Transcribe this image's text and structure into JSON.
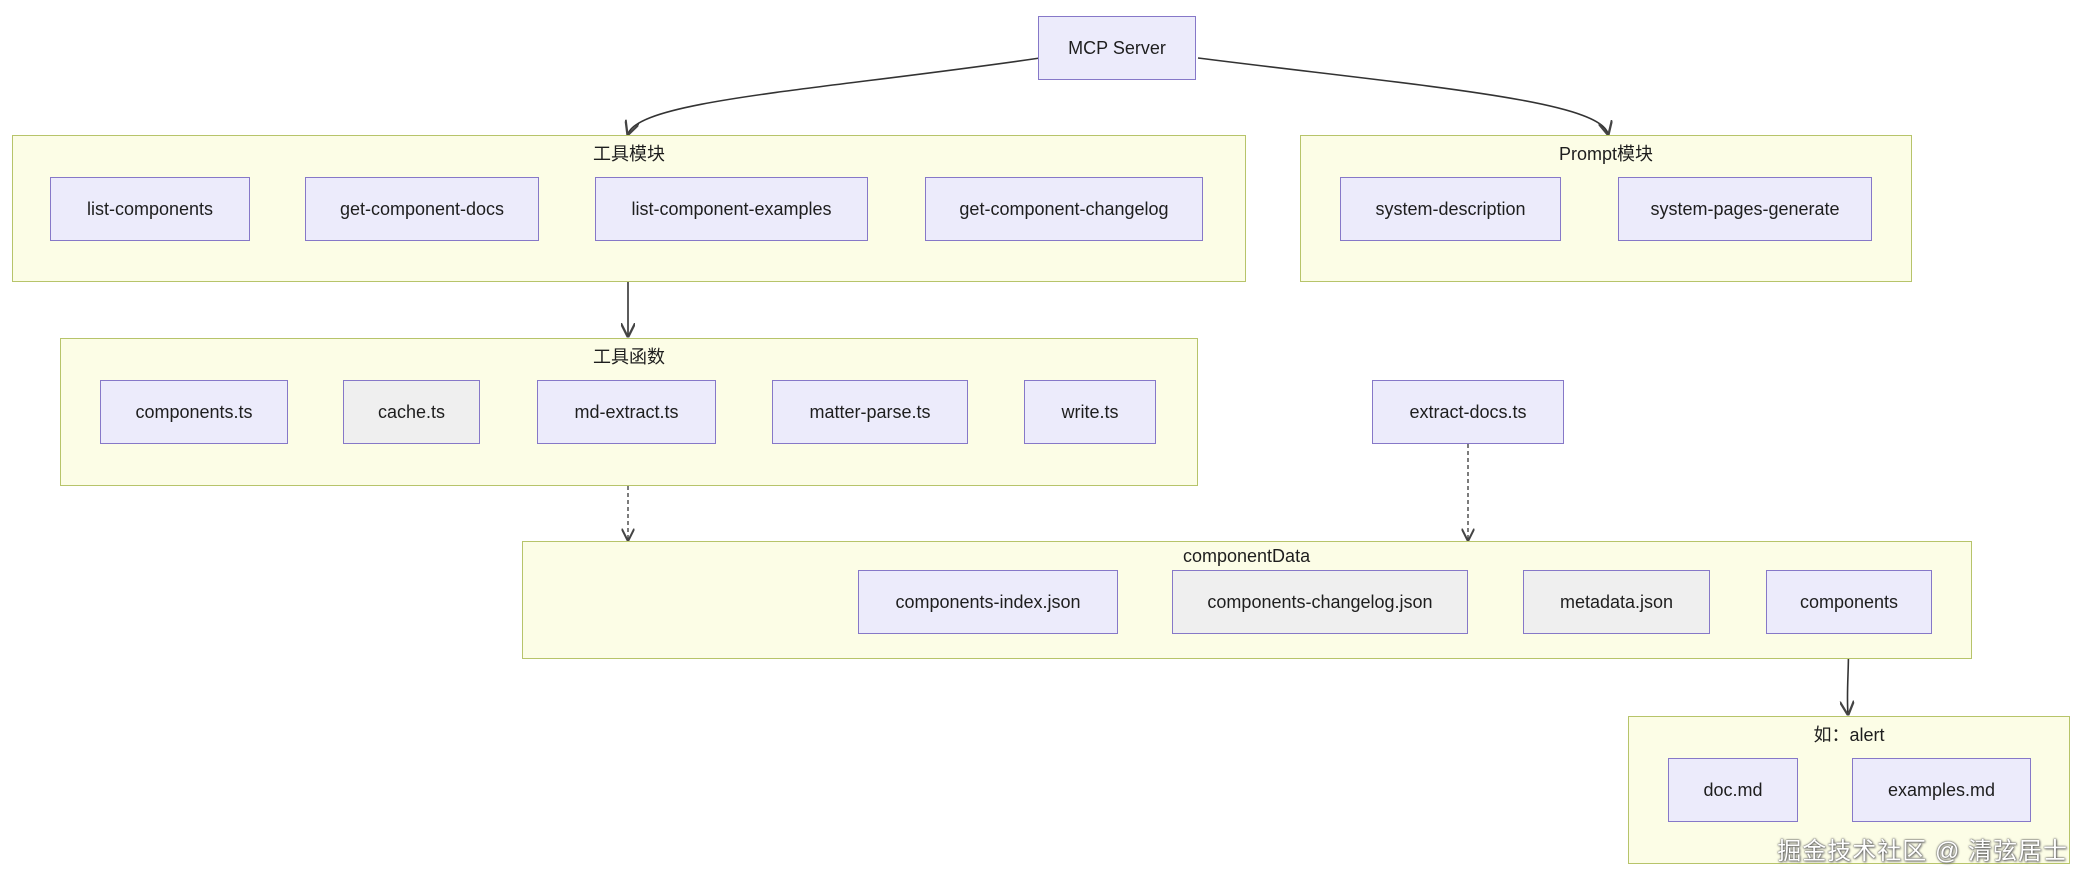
{
  "root": {
    "label": "MCP Server"
  },
  "groups": {
    "tools": {
      "title": "工具模块",
      "items": [
        "list-components",
        "get-component-docs",
        "list-component-examples",
        "get-component-changelog"
      ]
    },
    "prompt": {
      "title": "Prompt模块",
      "items": [
        "system-description",
        "system-pages-generate"
      ]
    },
    "utils": {
      "title": "工具函数",
      "items": [
        "components.ts",
        "cache.ts",
        "md-extract.ts",
        "matter-parse.ts",
        "write.ts"
      ]
    },
    "data": {
      "title": "componentData",
      "items": [
        "components-index.json",
        "components-changelog.json",
        "metadata.json",
        "components"
      ]
    },
    "example": {
      "title": "如：alert",
      "items": [
        "doc.md",
        "examples.md"
      ]
    }
  },
  "standalone": {
    "extract_docs": "extract-docs.ts"
  },
  "watermark": "掘金技术社区 @ 清弦居士"
}
